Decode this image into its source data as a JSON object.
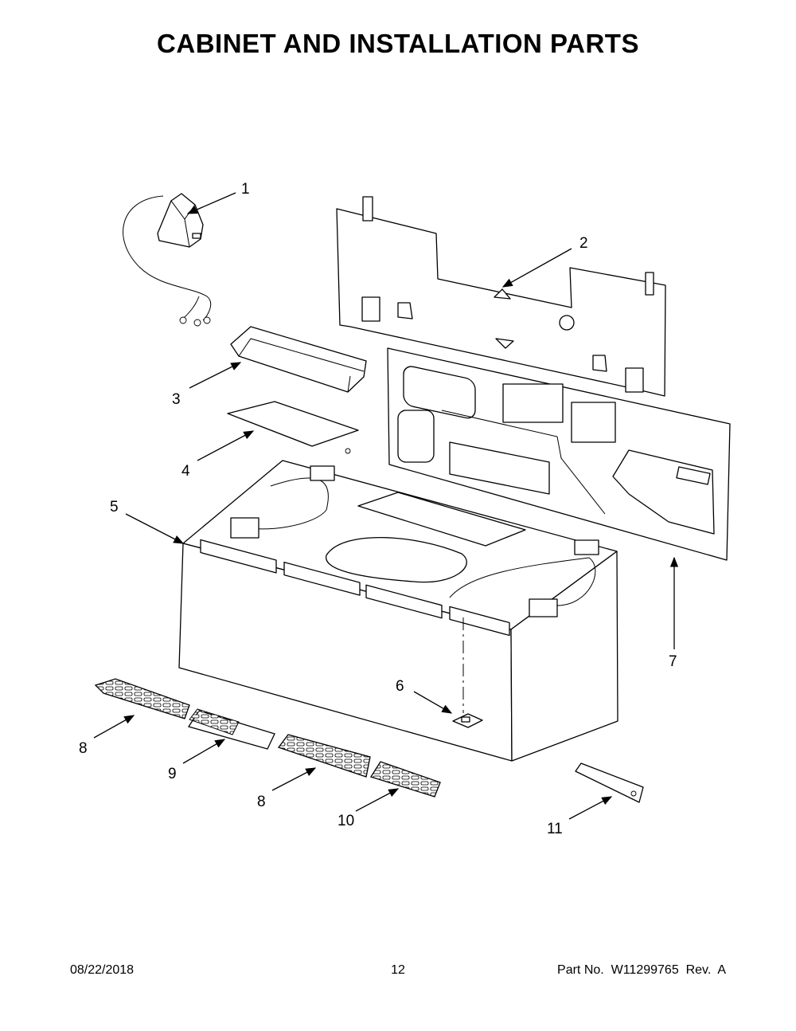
{
  "title": "CABINET AND INSTALLATION PARTS",
  "callouts": [
    {
      "id": "c1",
      "label": "1"
    },
    {
      "id": "c2",
      "label": "2"
    },
    {
      "id": "c3",
      "label": "3"
    },
    {
      "id": "c4",
      "label": "4"
    },
    {
      "id": "c5",
      "label": "5"
    },
    {
      "id": "c6",
      "label": "6"
    },
    {
      "id": "c7",
      "label": "7"
    },
    {
      "id": "c8a",
      "label": "8"
    },
    {
      "id": "c9",
      "label": "9"
    },
    {
      "id": "c8b",
      "label": "8"
    },
    {
      "id": "c10",
      "label": "10"
    },
    {
      "id": "c11",
      "label": "11"
    }
  ],
  "footer": {
    "date": "08/22/2018",
    "page": "12",
    "part_no": "Part No.  W11299765  Rev.  A"
  }
}
